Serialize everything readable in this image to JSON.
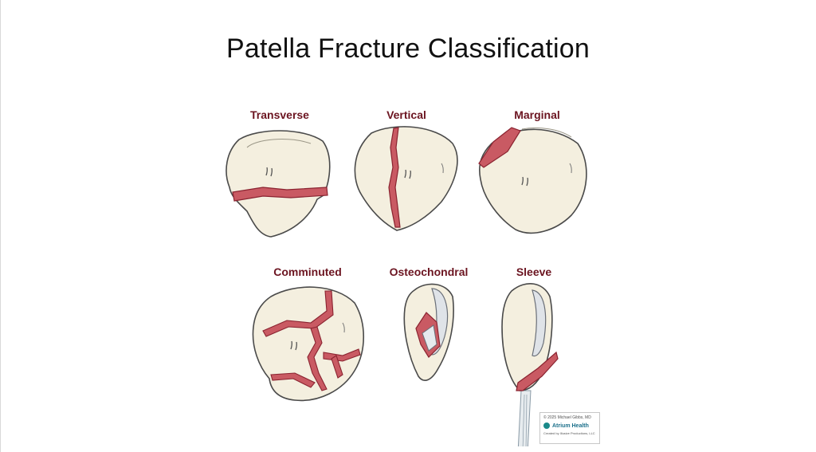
{
  "title": "Patella Fracture Classification",
  "panels": [
    {
      "label": "Transverse"
    },
    {
      "label": "Vertical"
    },
    {
      "label": "Marginal"
    },
    {
      "label": "Comminuted"
    },
    {
      "label": "Osteochondral"
    },
    {
      "label": "Sleeve"
    }
  ],
  "credit": {
    "copyright": "© 2025 Michael Gibbs, MD",
    "brand": "Atrium Health",
    "created_by": "Created by Illusive Productions, LLC"
  },
  "colors": {
    "bone": "#f4efdf",
    "bone_outline": "#4a4a4a",
    "fracture": "#b83a46",
    "label": "#6b1420"
  }
}
